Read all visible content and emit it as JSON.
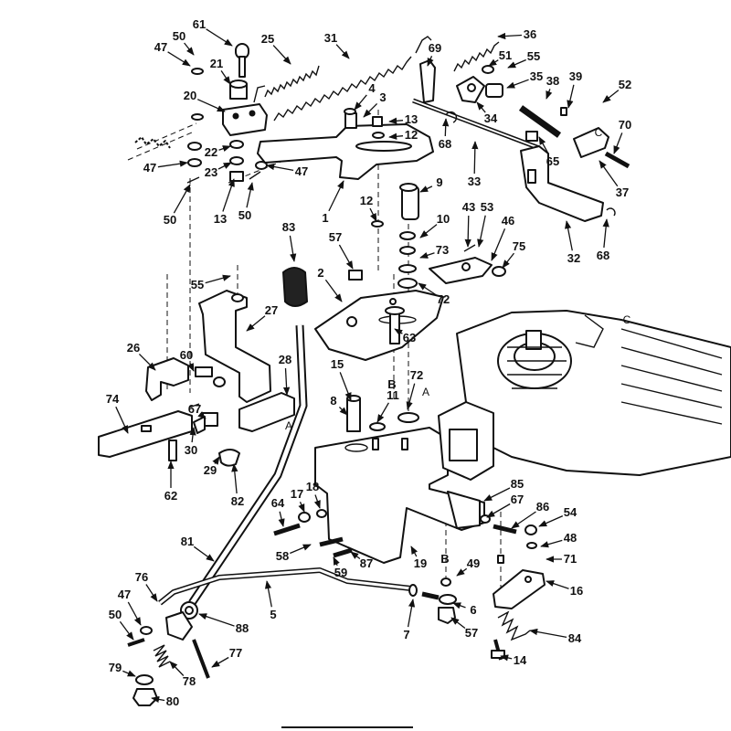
{
  "callouts": [
    "1",
    "2",
    "3",
    "4",
    "5",
    "6",
    "7",
    "8",
    "9",
    "10",
    "11",
    "12",
    "13",
    "14",
    "15",
    "16",
    "17",
    "18",
    "19",
    "20",
    "21",
    "22",
    "23",
    "25",
    "26",
    "27",
    "28",
    "29",
    "30",
    "31",
    "32",
    "33",
    "34",
    "35",
    "36",
    "37",
    "38",
    "39",
    "43",
    "46",
    "47",
    "48",
    "49",
    "50",
    "51",
    "52",
    "53",
    "54",
    "55",
    "57",
    "58",
    "59",
    "60",
    "61",
    "62",
    "63",
    "64",
    "65",
    "67",
    "68",
    "69",
    "70",
    "71",
    "72",
    "73",
    "74",
    "75",
    "76",
    "77",
    "78",
    "79",
    "80",
    "81",
    "82",
    "83",
    "84",
    "85",
    "86",
    "87",
    "88"
  ],
  "letters": [
    "A",
    "B",
    "C"
  ]
}
